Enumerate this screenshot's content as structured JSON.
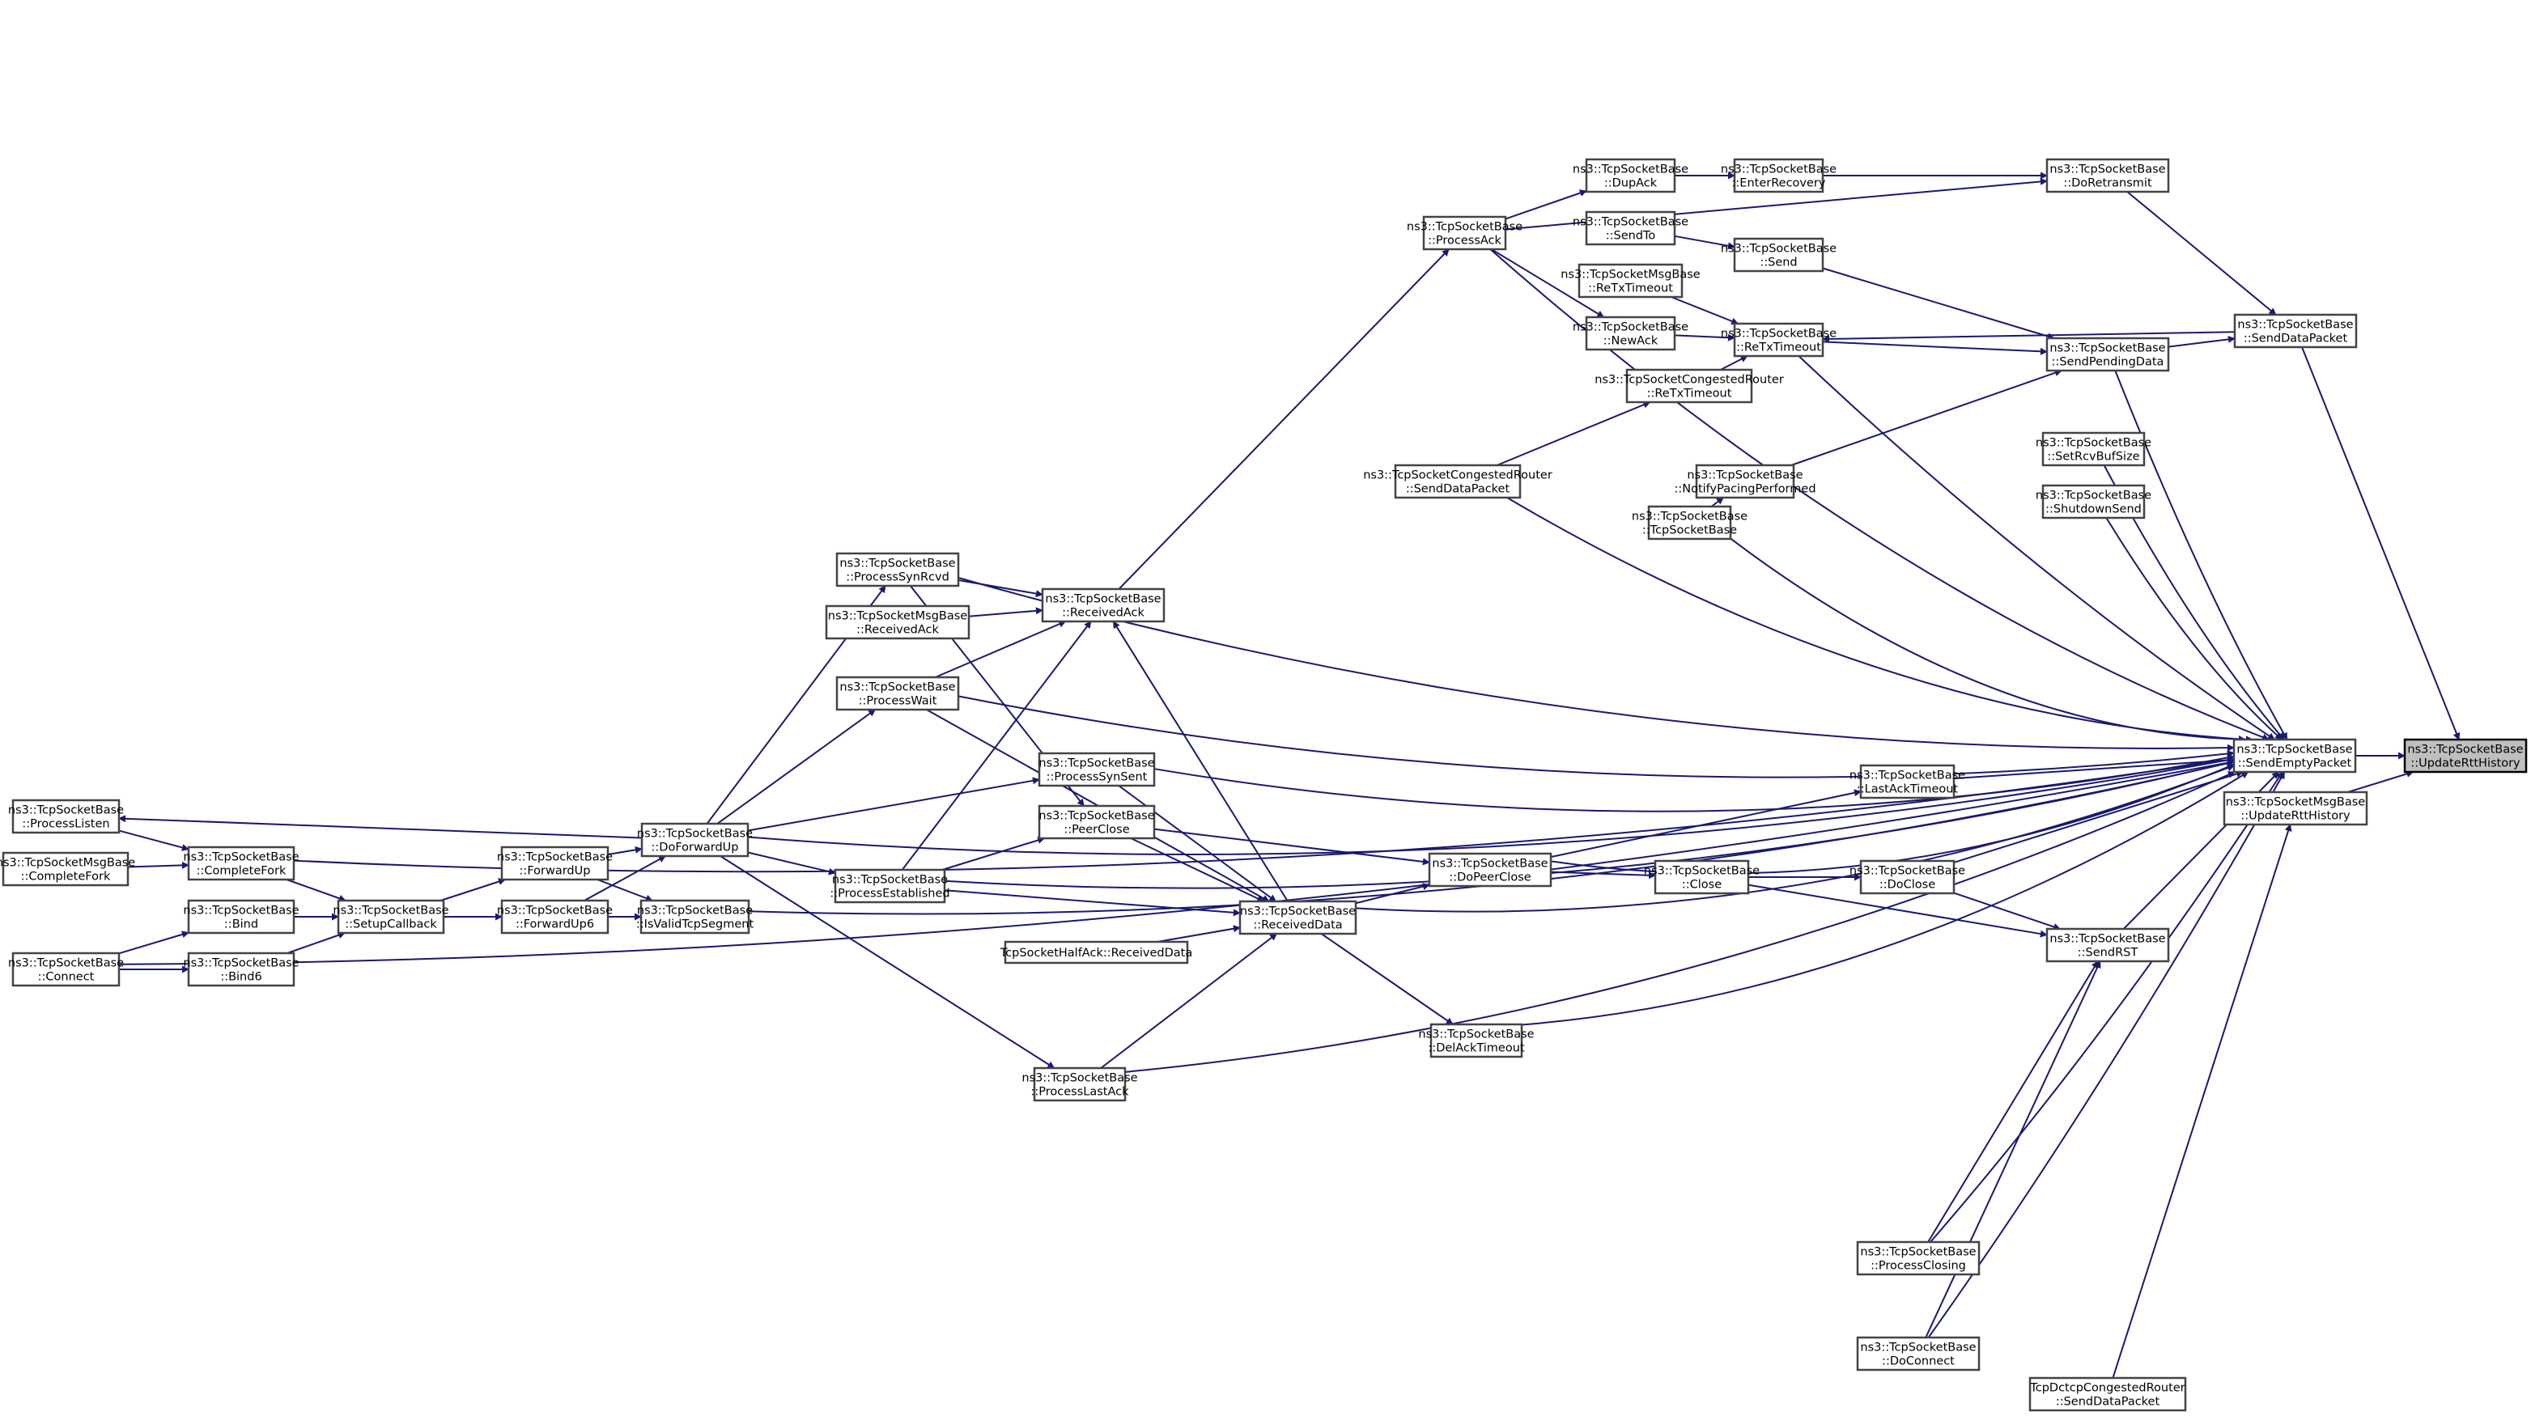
{
  "diagram": {
    "type": "doxygen-caller-graph",
    "focus_node": "update_rtt_history",
    "colors": {
      "edge": "#191970",
      "node_border": "#444444",
      "node_fill": "#ffffff",
      "focus_fill": "#bfbfbf",
      "background": "#ffffff"
    },
    "nodes": [
      {
        "id": "process_listen",
        "lines": [
          "ns3::TcpSocketBase",
          "::ProcessListen"
        ]
      },
      {
        "id": "msg_complete_fork",
        "lines": [
          "ns3::TcpSocketMsgBase",
          "::CompleteFork"
        ]
      },
      {
        "id": "complete_fork",
        "lines": [
          "ns3::TcpSocketBase",
          "::CompleteFork"
        ]
      },
      {
        "id": "bind",
        "lines": [
          "ns3::TcpSocketBase",
          "::Bind"
        ]
      },
      {
        "id": "bind6",
        "lines": [
          "ns3::TcpSocketBase",
          "::Bind6"
        ]
      },
      {
        "id": "connect",
        "lines": [
          "ns3::TcpSocketBase",
          "::Connect"
        ]
      },
      {
        "id": "setup_callback",
        "lines": [
          "ns3::TcpSocketBase",
          "::SetupCallback"
        ]
      },
      {
        "id": "forward_up",
        "lines": [
          "ns3::TcpSocketBase",
          "::ForwardUp"
        ]
      },
      {
        "id": "forward_up6",
        "lines": [
          "ns3::TcpSocketBase",
          "::ForwardUp6"
        ]
      },
      {
        "id": "do_forward_up",
        "lines": [
          "ns3::TcpSocketBase",
          "::DoForwardUp"
        ]
      },
      {
        "id": "is_valid_tcp_segment",
        "lines": [
          "ns3::TcpSocketBase",
          "::IsValidTcpSegment"
        ]
      },
      {
        "id": "process_syn_rcvd",
        "lines": [
          "ns3::TcpSocketBase",
          "::ProcessSynRcvd"
        ]
      },
      {
        "id": "msg_received_ack",
        "lines": [
          "ns3::TcpSocketMsgBase",
          "::ReceivedAck"
        ]
      },
      {
        "id": "process_wait",
        "lines": [
          "ns3::TcpSocketBase",
          "::ProcessWait"
        ]
      },
      {
        "id": "received_ack",
        "lines": [
          "ns3::TcpSocketBase",
          "::ReceivedAck"
        ]
      },
      {
        "id": "process_syn_sent",
        "lines": [
          "ns3::TcpSocketBase",
          "::ProcessSynSent"
        ]
      },
      {
        "id": "peer_close",
        "lines": [
          "ns3::TcpSocketBase",
          "::PeerClose"
        ]
      },
      {
        "id": "process_established",
        "lines": [
          "ns3::TcpSocketBase",
          "::ProcessEstablished"
        ]
      },
      {
        "id": "half_ack_received_data",
        "lines": [
          "TcpSocketHalfAck::ReceivedData"
        ]
      },
      {
        "id": "received_data",
        "lines": [
          "ns3::TcpSocketBase",
          "::ReceivedData"
        ]
      },
      {
        "id": "process_last_ack",
        "lines": [
          "ns3::TcpSocketBase",
          "::ProcessLastAck"
        ]
      },
      {
        "id": "del_ack_timeout",
        "lines": [
          "ns3::TcpSocketBase",
          "::DelAckTimeout"
        ]
      },
      {
        "id": "do_peer_close",
        "lines": [
          "ns3::TcpSocketBase",
          "::DoPeerClose"
        ]
      },
      {
        "id": "process_ack",
        "lines": [
          "ns3::TcpSocketBase",
          "::ProcessAck"
        ]
      },
      {
        "id": "dup_ack",
        "lines": [
          "ns3::TcpSocketBase",
          "::DupAck"
        ]
      },
      {
        "id": "send_to",
        "lines": [
          "ns3::TcpSocketBase",
          "::SendTo"
        ]
      },
      {
        "id": "msg_retx_timeout",
        "lines": [
          "ns3::TcpSocketMsgBase",
          "::ReTxTimeout"
        ]
      },
      {
        "id": "new_ack",
        "lines": [
          "ns3::TcpSocketBase",
          "::NewAck"
        ]
      },
      {
        "id": "cr_retx_timeout",
        "lines": [
          "ns3::TcpSocketCongestedRouter",
          "::ReTxTimeout"
        ]
      },
      {
        "id": "cr_send_data_packet",
        "lines": [
          "ns3::TcpSocketCongestedRouter",
          "::SendDataPacket"
        ]
      },
      {
        "id": "tcp_socket_base_ctor",
        "lines": [
          "ns3::TcpSocketBase",
          "::TcpSocketBase"
        ]
      },
      {
        "id": "notify_pacing_performed",
        "lines": [
          "ns3::TcpSocketBase",
          "::NotifyPacingPerformed"
        ]
      },
      {
        "id": "enter_recovery",
        "lines": [
          "ns3::TcpSocketBase",
          "::EnterRecovery"
        ]
      },
      {
        "id": "send",
        "lines": [
          "ns3::TcpSocketBase",
          "::Send"
        ]
      },
      {
        "id": "retx_timeout",
        "lines": [
          "ns3::TcpSocketBase",
          "::ReTxTimeout"
        ]
      },
      {
        "id": "do_retransmit",
        "lines": [
          "ns3::TcpSocketBase",
          "::DoRetransmit"
        ]
      },
      {
        "id": "send_pending_data",
        "lines": [
          "ns3::TcpSocketBase",
          "::SendPendingData"
        ]
      },
      {
        "id": "send_data_packet",
        "lines": [
          "ns3::TcpSocketBase",
          "::SendDataPacket"
        ]
      },
      {
        "id": "set_rcv_buf_size",
        "lines": [
          "ns3::TcpSocketBase",
          "::SetRcvBufSize"
        ]
      },
      {
        "id": "shutdown_send",
        "lines": [
          "ns3::TcpSocketBase",
          "::ShutdownSend"
        ]
      },
      {
        "id": "last_ack_timeout",
        "lines": [
          "ns3::TcpSocketBase",
          "::LastAckTimeout"
        ]
      },
      {
        "id": "close",
        "lines": [
          "ns3::TcpSocketBase",
          "::Close"
        ]
      },
      {
        "id": "do_close",
        "lines": [
          "ns3::TcpSocketBase",
          "::DoClose"
        ]
      },
      {
        "id": "send_rst",
        "lines": [
          "ns3::TcpSocketBase",
          "::SendRST"
        ]
      },
      {
        "id": "send_empty_packet",
        "lines": [
          "ns3::TcpSocketBase",
          "::SendEmptyPacket"
        ]
      },
      {
        "id": "msg_update_rtt_history",
        "lines": [
          "ns3::TcpSocketMsgBase",
          "::UpdateRttHistory"
        ]
      },
      {
        "id": "update_rtt_history",
        "lines": [
          "ns3::TcpSocketBase",
          "::UpdateRttHistory"
        ]
      },
      {
        "id": "process_closing",
        "lines": [
          "ns3::TcpSocketBase",
          "::ProcessClosing"
        ]
      },
      {
        "id": "do_connect",
        "lines": [
          "ns3::TcpSocketBase",
          "::DoConnect"
        ]
      },
      {
        "id": "dctcp_send_data_packet",
        "lines": [
          "TcpDctcpCongestedRouter",
          "::SendDataPacket"
        ]
      }
    ],
    "edges": [
      [
        "process_listen",
        "complete_fork"
      ],
      [
        "msg_complete_fork",
        "complete_fork"
      ],
      [
        "complete_fork",
        "setup_callback"
      ],
      [
        "bind",
        "setup_callback"
      ],
      [
        "bind6",
        "setup_callback"
      ],
      [
        "connect",
        "bind"
      ],
      [
        "connect",
        "bind6"
      ],
      [
        "setup_callback",
        "forward_up"
      ],
      [
        "setup_callback",
        "forward_up6"
      ],
      [
        "forward_up",
        "do_forward_up"
      ],
      [
        "forward_up",
        "is_valid_tcp_segment"
      ],
      [
        "forward_up6",
        "do_forward_up"
      ],
      [
        "forward_up6",
        "is_valid_tcp_segment"
      ],
      [
        "do_forward_up",
        "process_listen"
      ],
      [
        "do_forward_up",
        "process_syn_rcvd"
      ],
      [
        "do_forward_up",
        "process_wait"
      ],
      [
        "do_forward_up",
        "process_syn_sent"
      ],
      [
        "do_forward_up",
        "process_established"
      ],
      [
        "do_forward_up",
        "process_last_ack"
      ],
      [
        "process_syn_rcvd",
        "received_ack"
      ],
      [
        "process_syn_rcvd",
        "peer_close"
      ],
      [
        "msg_received_ack",
        "received_ack"
      ],
      [
        "process_wait",
        "received_ack"
      ],
      [
        "process_wait",
        "received_data"
      ],
      [
        "process_established",
        "received_ack"
      ],
      [
        "process_established",
        "peer_close"
      ],
      [
        "process_established",
        "received_data"
      ],
      [
        "process_syn_sent",
        "received_data"
      ],
      [
        "peer_close",
        "received_data"
      ],
      [
        "peer_close",
        "do_peer_close"
      ],
      [
        "half_ack_received_data",
        "received_data"
      ],
      [
        "process_last_ack",
        "received_data"
      ],
      [
        "received_data",
        "received_ack"
      ],
      [
        "received_data",
        "do_peer_close"
      ],
      [
        "received_data",
        "del_ack_timeout"
      ],
      [
        "received_ack",
        "process_ack"
      ],
      [
        "process_ack",
        "dup_ack"
      ],
      [
        "process_ack",
        "new_ack"
      ],
      [
        "process_ack",
        "do_retransmit"
      ],
      [
        "dup_ack",
        "enter_recovery"
      ],
      [
        "enter_recovery",
        "do_retransmit"
      ],
      [
        "send_to",
        "send"
      ],
      [
        "send",
        "send_pending_data"
      ],
      [
        "msg_retx_timeout",
        "retx_timeout"
      ],
      [
        "new_ack",
        "retx_timeout"
      ],
      [
        "cr_retx_timeout",
        "retx_timeout"
      ],
      [
        "cr_send_data_packet",
        "cr_retx_timeout"
      ],
      [
        "tcp_socket_base_ctor",
        "notify_pacing_performed"
      ],
      [
        "notify_pacing_performed",
        "send_pending_data"
      ],
      [
        "retx_timeout",
        "send_pending_data"
      ],
      [
        "do_retransmit",
        "send_data_packet"
      ],
      [
        "send_pending_data",
        "send_data_packet"
      ],
      [
        "send_data_packet",
        "retx_timeout"
      ],
      [
        "send_data_packet",
        "update_rtt_history"
      ],
      [
        "do_peer_close",
        "last_ack_timeout"
      ],
      [
        "do_peer_close",
        "close"
      ],
      [
        "close",
        "do_close"
      ],
      [
        "close",
        "send_rst"
      ],
      [
        "do_close",
        "send_rst"
      ],
      [
        "do_close",
        "send_empty_packet"
      ],
      [
        "last_ack_timeout",
        "send_empty_packet"
      ],
      [
        "send_rst",
        "send_empty_packet"
      ],
      [
        "process_closing",
        "send_rst"
      ],
      [
        "do_connect",
        "send_rst"
      ],
      [
        "send_empty_packet",
        "update_rtt_history"
      ],
      [
        "msg_update_rtt_history",
        "update_rtt_history"
      ],
      [
        "dctcp_send_data_packet",
        "msg_update_rtt_history"
      ]
    ]
  }
}
